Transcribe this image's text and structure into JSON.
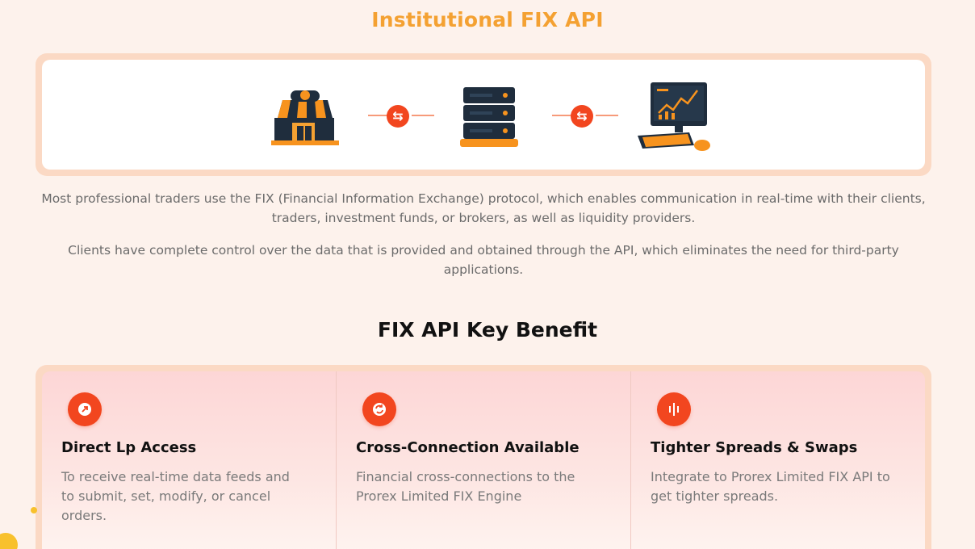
{
  "header": {
    "title": "Institutional FIX API"
  },
  "diagram": {
    "nodes": [
      "storefront-icon",
      "server-icon",
      "computer-icon"
    ],
    "connector_icon": "swap-arrows-icon",
    "swap_glyph": "⇆"
  },
  "intro": {
    "paragraph1": "Most professional traders use the FIX (Financial Information Exchange) protocol, which enables communication in real-time with their clients, traders, investment funds, or brokers, as well as liquidity providers.",
    "paragraph2": "Clients have complete control over the data that is provided and obtained through the API, which eliminates the need for third-party applications."
  },
  "benefits": {
    "title": "FIX API Key Benefit",
    "items": [
      {
        "icon": "arrow-up-right-icon",
        "title": "Direct Lp Access",
        "description": "To receive real-time data feeds and to submit, set, modify, or cancel orders."
      },
      {
        "icon": "refresh-icon",
        "title": "Cross-Connection Available",
        "description": "Financial cross-connections to the Prorex Limited FIX Engine"
      },
      {
        "icon": "bars-icon",
        "title": "Tighter Spreads & Swaps",
        "description": "Integrate to Prorex Limited FIX API to get tighter spreads."
      }
    ]
  },
  "colors": {
    "accent": "#f2461f",
    "title_orange": "#f4a132",
    "frame": "#fbd9c4",
    "background": "#fdf2ec"
  }
}
